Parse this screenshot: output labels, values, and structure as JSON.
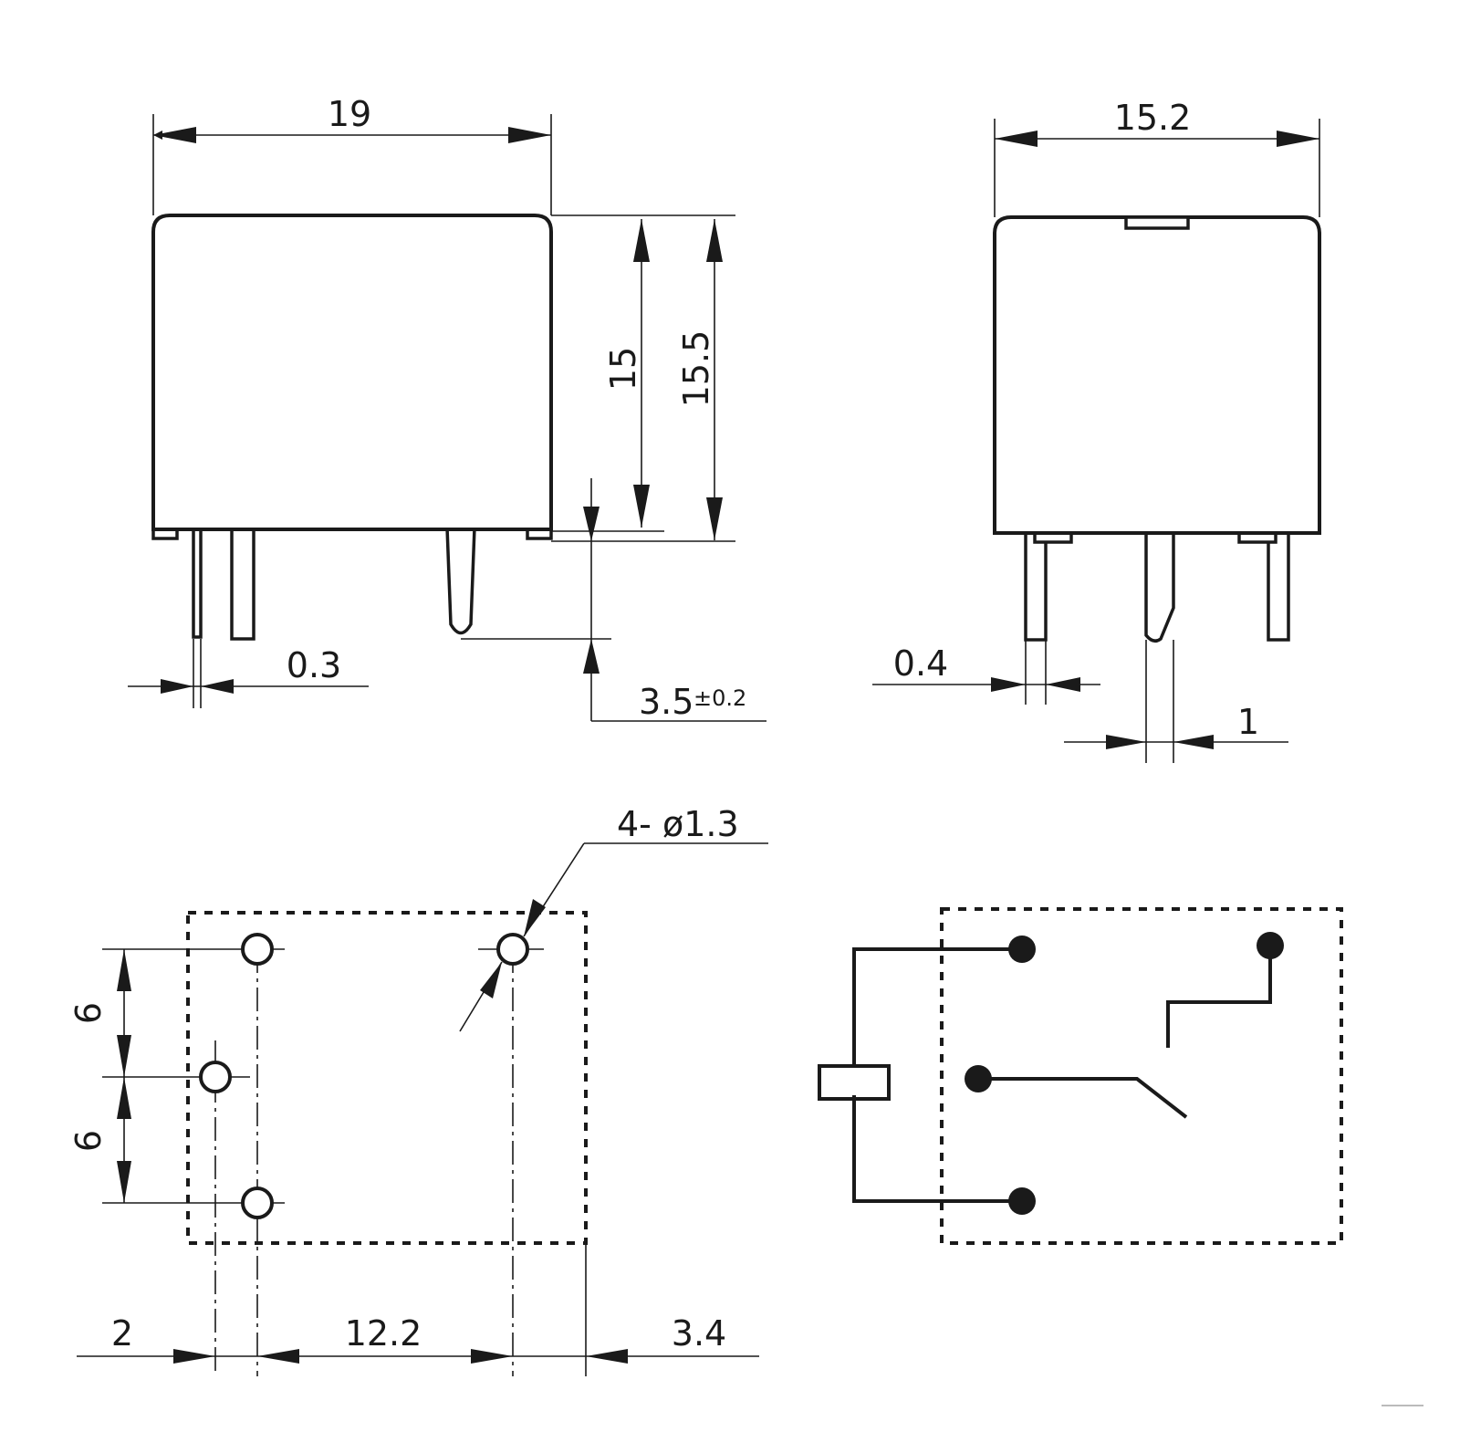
{
  "front_view": {
    "width": "19",
    "height_body": "15",
    "height_total": "15.5",
    "pin_thickness": "0.3",
    "pin_length": "3.5",
    "pin_length_tolerance": "±0.2"
  },
  "side_view": {
    "width": "15.2",
    "pin_thickness": "0.4",
    "pin_width": "1"
  },
  "footprint": {
    "hole_callout": "4- ø1.3",
    "vertical_spacing_top": "6",
    "vertical_spacing_bottom": "6",
    "offset_left": "2",
    "pitch": "12.2",
    "offset_right": "3.4"
  }
}
